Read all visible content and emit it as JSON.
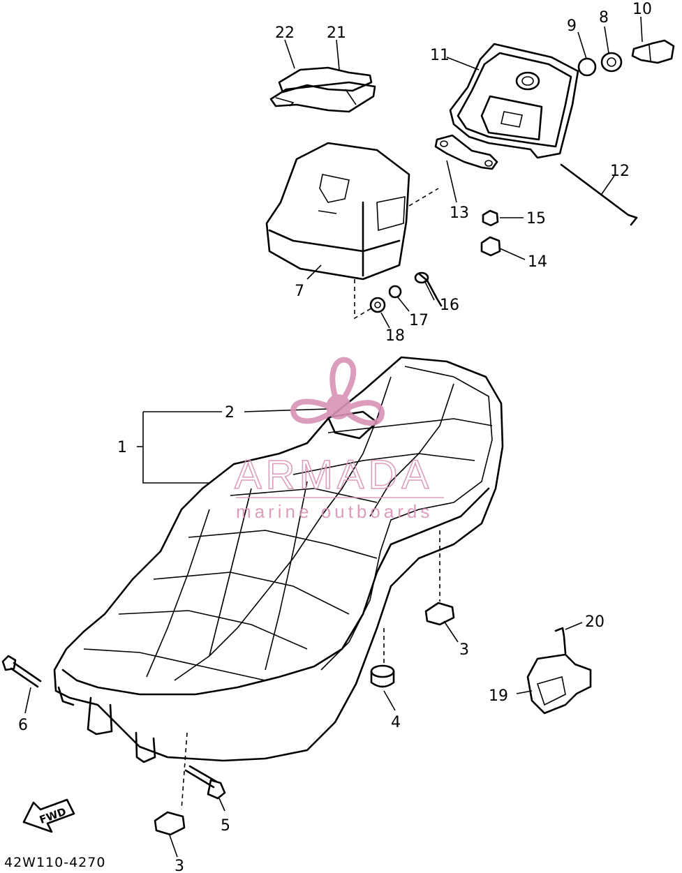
{
  "diagram": {
    "drawing_code": "42W110-4270",
    "fwd_label": "FWD",
    "callouts": {
      "c1": "1",
      "c2": "2",
      "c3a": "3",
      "c3b": "3",
      "c4": "4",
      "c5": "5",
      "c6": "6",
      "c7": "7",
      "c8": "8",
      "c9": "9",
      "c10": "10",
      "c11": "11",
      "c12": "12",
      "c13": "13",
      "c14": "14",
      "c15": "15",
      "c16": "16",
      "c17": "17",
      "c18": "18",
      "c19": "19",
      "c20": "20",
      "c21": "21",
      "c22": "22"
    }
  },
  "watermark": {
    "brand": "ARMADA",
    "tagline": "marine outboards",
    "color": "#d993b6"
  }
}
